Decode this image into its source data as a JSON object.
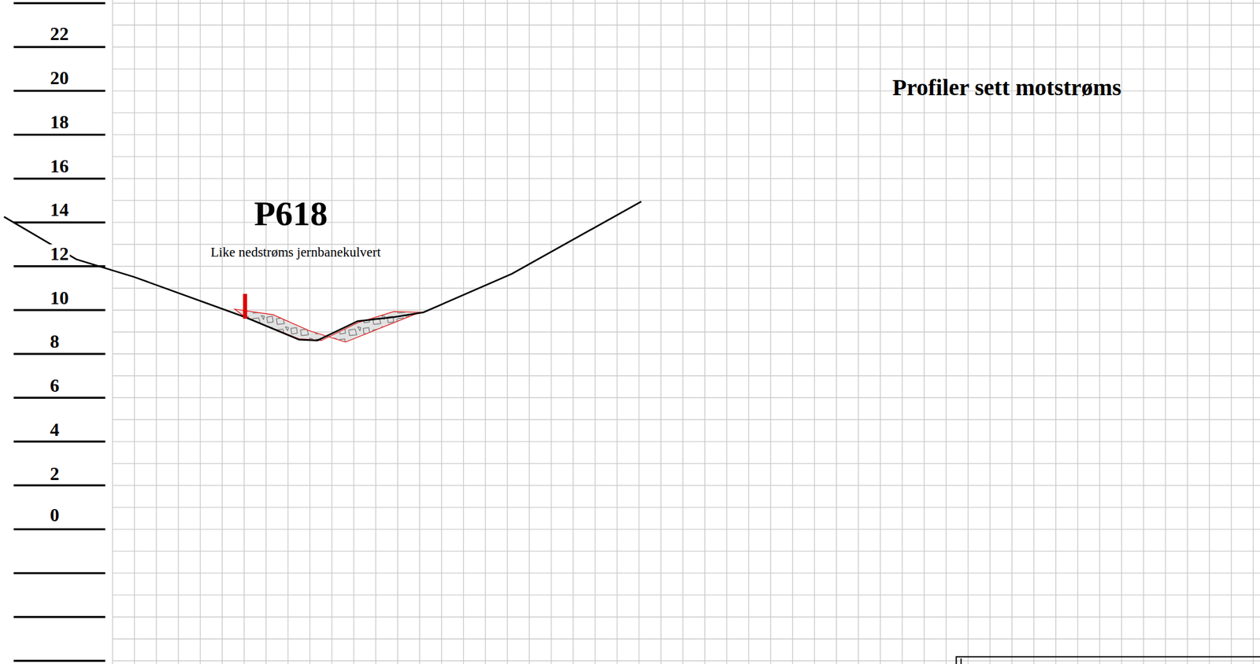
{
  "diagram": {
    "title": "Profiler sett motstrøms",
    "labels": [
      "22",
      "20",
      "18",
      "16",
      "14",
      "12",
      "10",
      "8",
      "6",
      "4",
      "2",
      "0",
      "P618",
      "Like nedstrøms jernbanekulvert"
    ]
  }
}
